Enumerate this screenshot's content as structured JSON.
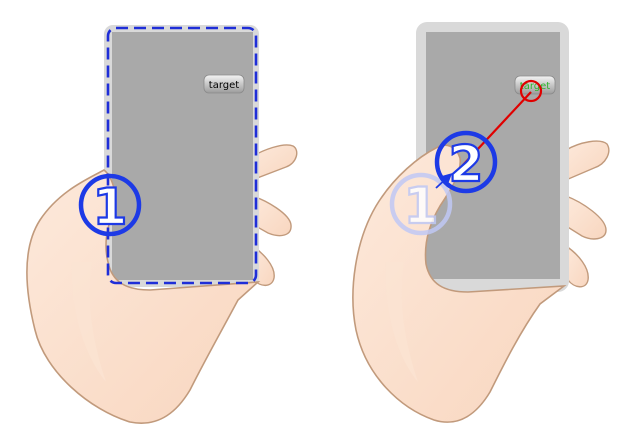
{
  "panels": [
    {
      "step_label": "1",
      "button_label": "target"
    },
    {
      "step_label_faded": "1",
      "step_label": "2",
      "button_label": "target"
    }
  ],
  "colors": {
    "skin_fill": "#fbe0cc",
    "skin_outline": "#c19a7c",
    "screen": "#a9a9a9",
    "bezel": "#d9d9d9",
    "highlight_dash": "#1f2ed8",
    "step_circle": "#1d3ae6",
    "step_circle_faded": "#bfc8f5",
    "drag_line": "#e00000",
    "target_text_active": "#2db52d"
  }
}
